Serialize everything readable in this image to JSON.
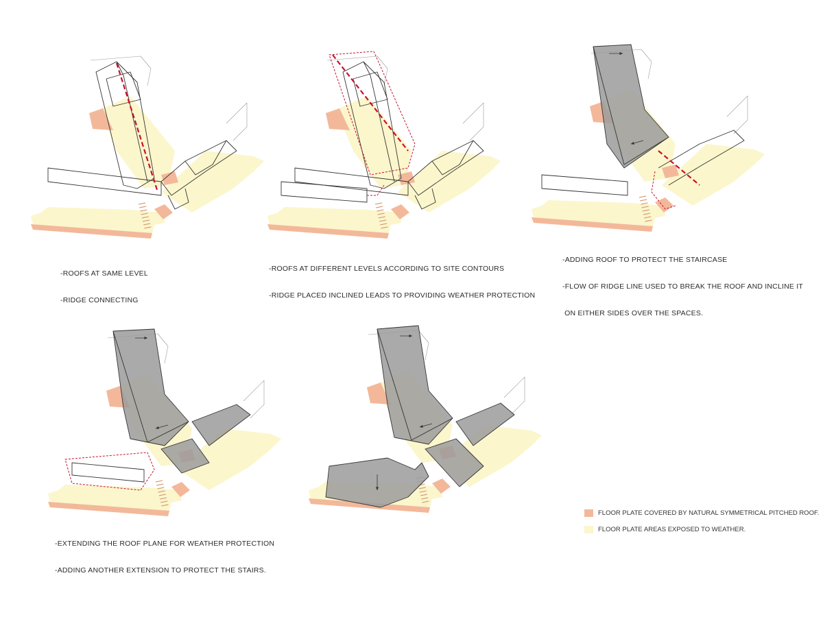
{
  "colors": {
    "covered": "#f3b89a",
    "exposed": "#fbf6cc",
    "roof_fill": "#9b9b9b",
    "ridge": "#c8102e",
    "line": "#333333"
  },
  "panels": [
    {
      "caption_lines": [
        "-ROOFS AT SAME LEVEL",
        "-RIDGE CONNECTING"
      ]
    },
    {
      "caption_lines": [
        "-ROOFS AT DIFFERENT LEVELS ACCORDING TO SITE CONTOURS",
        "-RIDGE PLACED INCLINED LEADS TO PROVIDING WEATHER PROTECTION"
      ]
    },
    {
      "caption_lines": [
        "-ADDING ROOF TO PROTECT THE STAIRCASE",
        "-FLOW OF RIDGE LINE USED TO BREAK THE ROOF AND INCLINE IT",
        " ON EITHER SIDES OVER THE SPACES."
      ]
    },
    {
      "caption_lines": [
        "-EXTENDING THE ROOF PLANE FOR WEATHER PROTECTION",
        "-ADDING ANOTHER EXTENSION TO PROTECT THE STAIRS."
      ]
    },
    {
      "caption_lines": []
    }
  ],
  "legend": [
    {
      "label": "FLOOR PLATE COVERED BY NATURAL SYMMETRICAL PITCHED ROOF.",
      "color": "#f3b89a"
    },
    {
      "label": "FLOOR PLATE AREAS EXPOSED TO WEATHER.",
      "color": "#fbf6cc"
    }
  ]
}
